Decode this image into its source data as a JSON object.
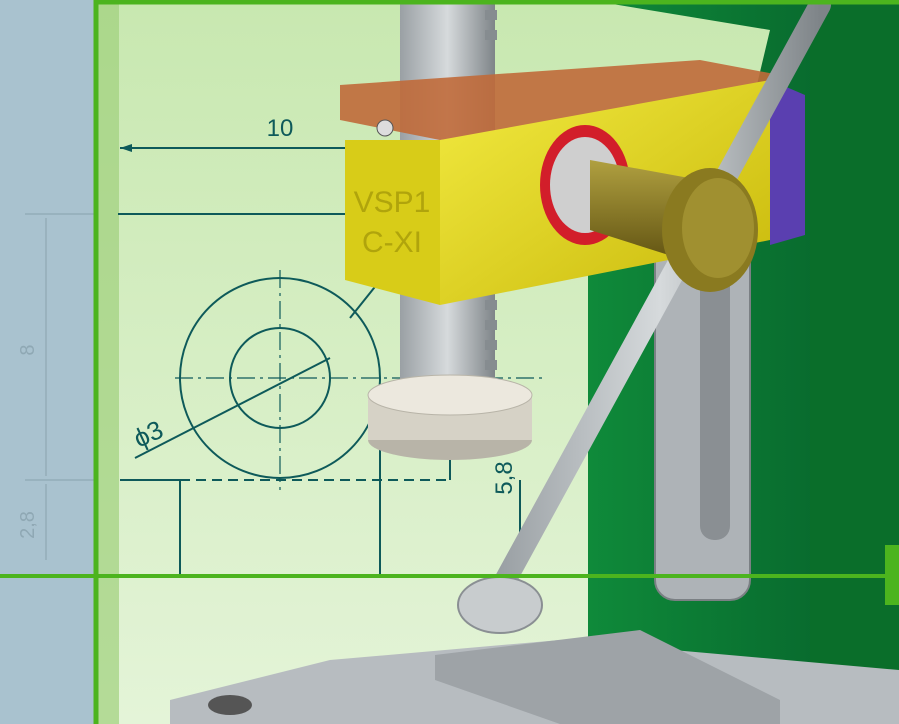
{
  "drawing": {
    "dim_top": "10",
    "dim_diameter": "ϕ3",
    "dim_height_right": "5,8",
    "dim_height_left": "8",
    "dim_height_left_small": "2,8"
  },
  "part_marking": {
    "line1": "VSP1",
    "line2": "C-XI"
  },
  "colors": {
    "left_panel": "#a9c2cf",
    "drawing_bg": "#dcf0c8",
    "frame_green": "#4cb41e",
    "machine_green": "#0a7a30",
    "drawing_ink": "#0e5a5a",
    "bracket_yellow": "#e6de14",
    "copper": "#c06a3a",
    "knob_olive": "#8a7a20"
  }
}
